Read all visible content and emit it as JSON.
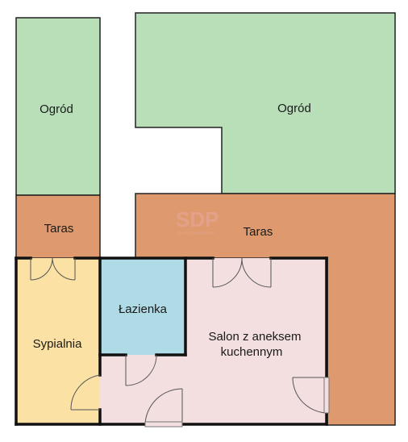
{
  "rooms": {
    "garden_left": "Ogród",
    "garden_right": "Ogród",
    "terrace_left": "Taras",
    "terrace_right": "Taras",
    "bedroom": "Sypialnia",
    "bathroom": "Łazienka",
    "living_line1": "Salon z aneksem",
    "living_line2": "kuchennym"
  },
  "watermark": {
    "logo": "SDP",
    "tagline": "nieruchomości"
  },
  "colors": {
    "garden": "#b9dfb9",
    "terrace": "#de9a6e",
    "bedroom": "#fbe1a4",
    "bathroom": "#aedbe6",
    "living": "#f3dfdf",
    "wall": "#111111"
  }
}
